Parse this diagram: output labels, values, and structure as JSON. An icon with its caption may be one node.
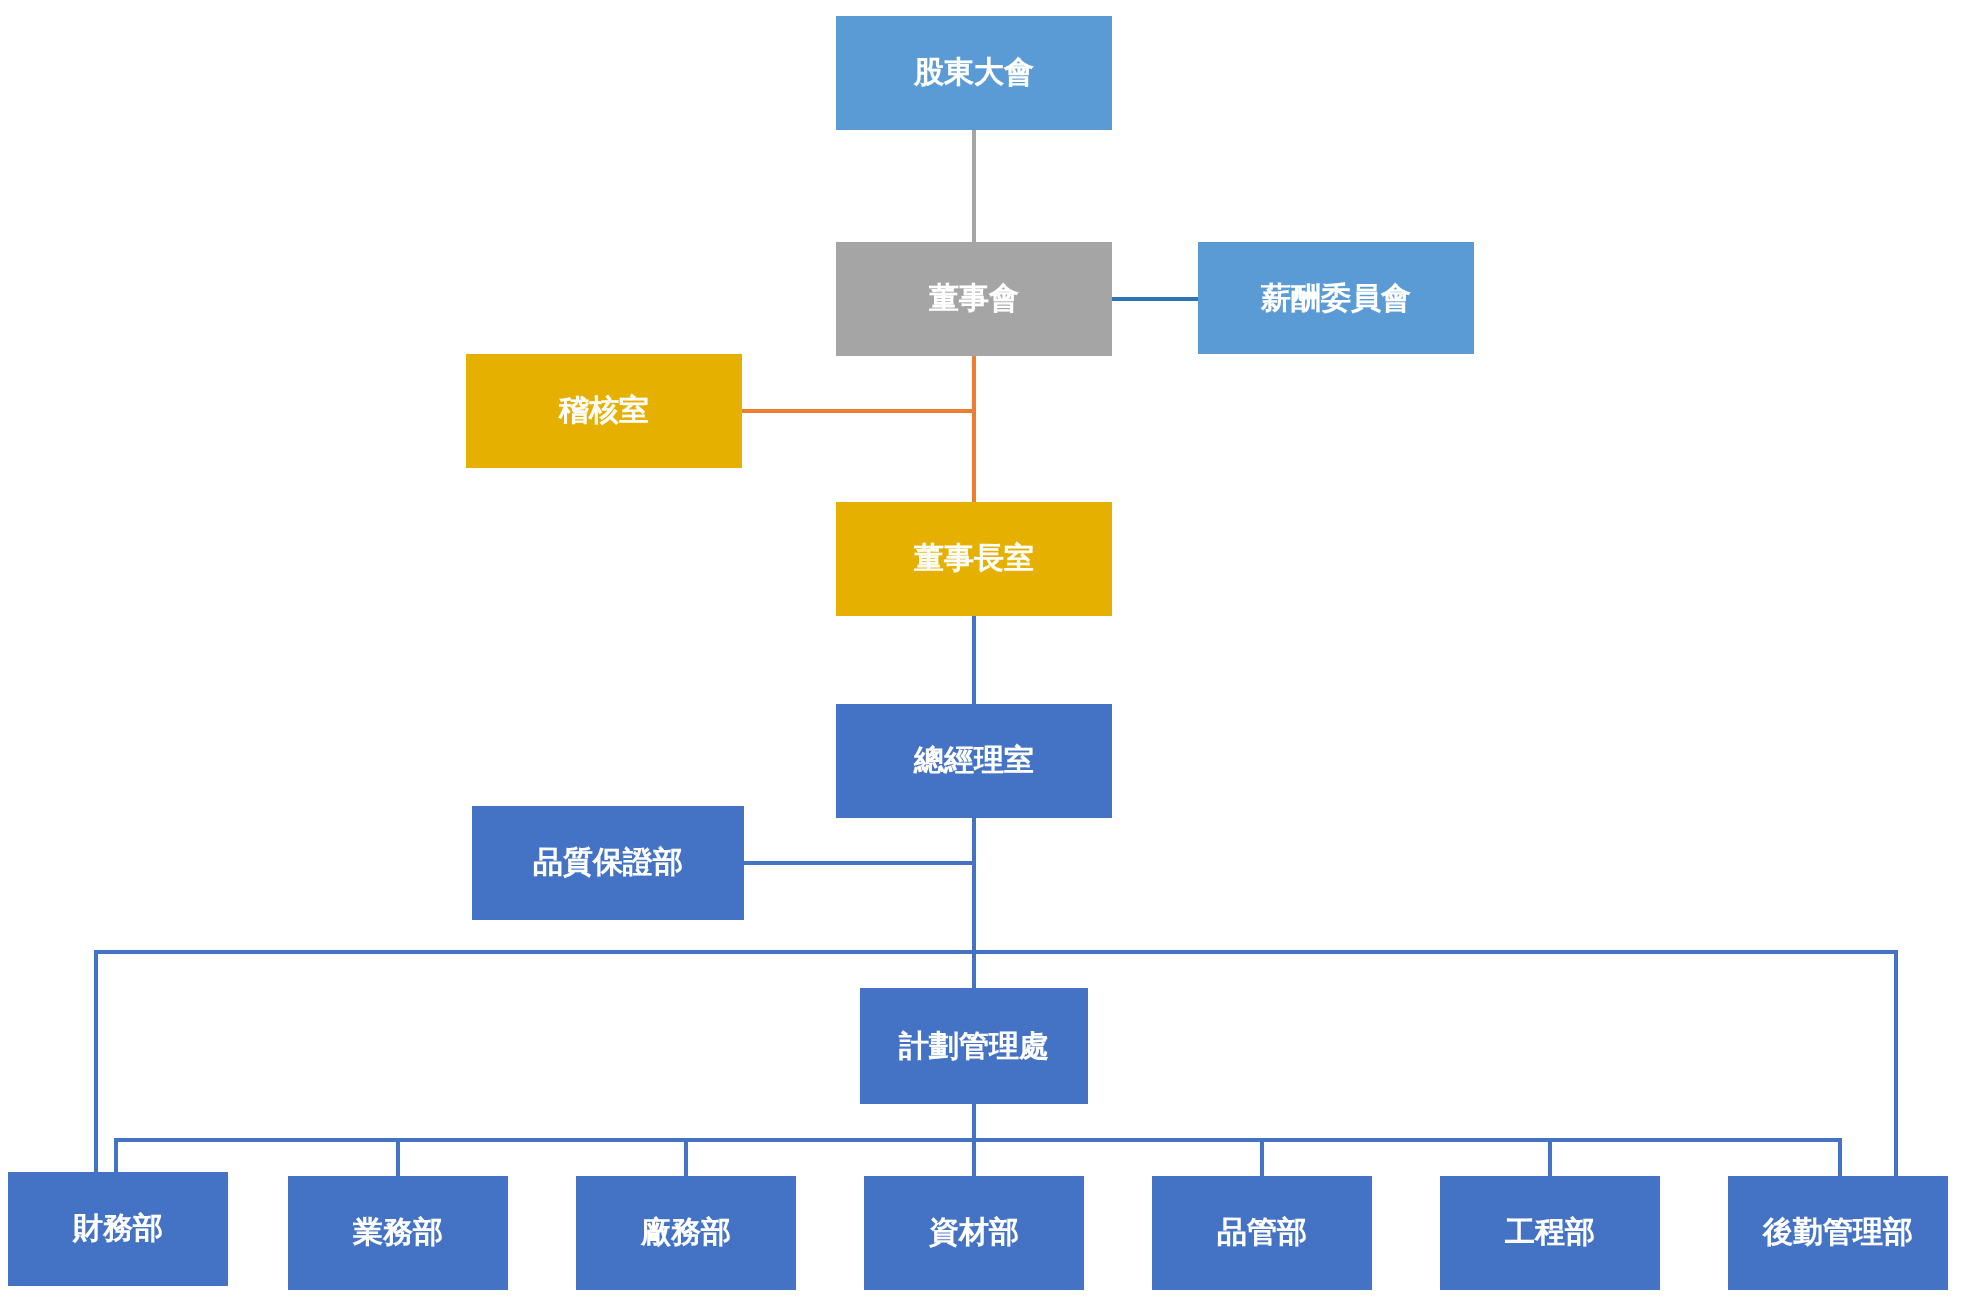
{
  "diagram": {
    "nodes": [
      {
        "text": [
          "股東大會"
        ]
      },
      {
        "text": [
          "董事會"
        ]
      },
      {
        "text": [
          "薪酬委員會"
        ]
      },
      {
        "text": [
          "稽核室"
        ]
      },
      {
        "text": [
          "董事長室"
        ]
      },
      {
        "text": [
          "總經理室"
        ]
      },
      {
        "text": [
          "品質保證部"
        ]
      },
      {
        "text": [
          "計劃管理處"
        ]
      },
      {
        "text": [
          "財務部"
        ]
      },
      {
        "text": [
          "業務部"
        ]
      },
      {
        "text": [
          "廠務部"
        ]
      },
      {
        "text": [
          "資材部"
        ]
      },
      {
        "text": [
          "品管部"
        ]
      },
      {
        "text": [
          "工程部"
        ]
      },
      {
        "text": [
          "後勤管理部"
        ]
      }
    ],
    "edges": [
      {
        "from": 0,
        "to": 1,
        "arrow": "none",
        "color": "#a5a5a5"
      },
      {
        "from": 1,
        "to": 2,
        "arrow": "none",
        "color": "#2e75b6"
      },
      {
        "from": 1,
        "to": 3,
        "arrow": "none",
        "color": "#ed7d31"
      },
      {
        "from": 1,
        "to": 4,
        "arrow": "none",
        "color": "#ed7d31"
      },
      {
        "from": 4,
        "to": 5,
        "arrow": "none"
      },
      {
        "from": 5,
        "to": 6,
        "arrow": "none"
      },
      {
        "from": 5,
        "to": 7,
        "arrow": "none"
      },
      {
        "from": 5,
        "to": 8,
        "arrow": "none"
      },
      {
        "from": 5,
        "to": 14,
        "arrow": "none"
      },
      {
        "from": 7,
        "to": 8,
        "arrow": "none"
      },
      {
        "from": 7,
        "to": 9,
        "arrow": "none"
      },
      {
        "from": 7,
        "to": 10,
        "arrow": "none"
      },
      {
        "from": 7,
        "to": 11,
        "arrow": "none"
      },
      {
        "from": 7,
        "to": 12,
        "arrow": "none"
      },
      {
        "from": 7,
        "to": 13,
        "arrow": "none"
      },
      {
        "from": 7,
        "to": 14,
        "arrow": "none"
      }
    ]
  }
}
